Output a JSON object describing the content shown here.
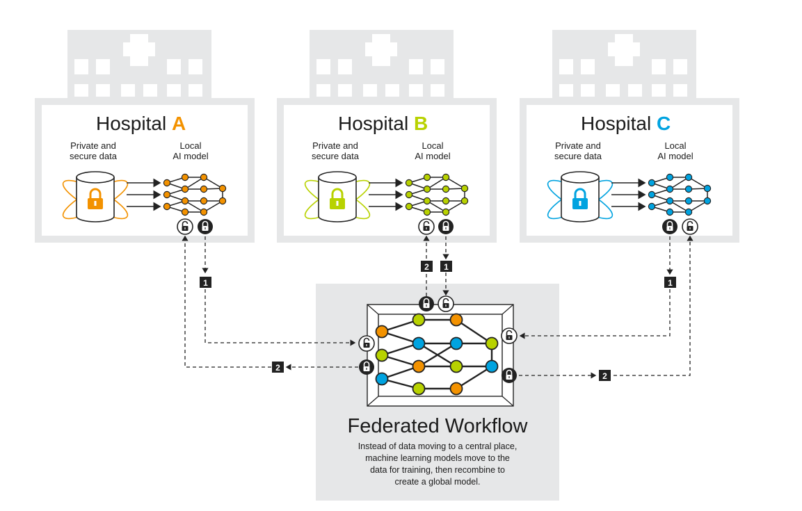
{
  "hospitals": [
    {
      "name": "Hospital",
      "letter": "A",
      "color": "#f39200",
      "data_label": [
        "Private and",
        "secure data"
      ],
      "model_label": [
        "Local",
        "AI model"
      ]
    },
    {
      "name": "Hospital",
      "letter": "B",
      "color": "#b8d200",
      "data_label": [
        "Private and",
        "secure data"
      ],
      "model_label": [
        "Local",
        "AI model"
      ]
    },
    {
      "name": "Hospital",
      "letter": "C",
      "color": "#00a3e0",
      "data_label": [
        "Private and",
        "secure data"
      ],
      "model_label": [
        "Local",
        "AI model"
      ]
    }
  ],
  "steps": {
    "one": "1",
    "two": "2"
  },
  "workflow": {
    "title": "Federated Workflow",
    "description": [
      "Instead of data moving to a central place,",
      "machine learning models move to the",
      "data for training, then recombine to",
      "create a global model."
    ]
  },
  "colors": {
    "building": "#e6e7e8",
    "workflow_bg": "#e6e7e8",
    "orange": "#f39200",
    "green": "#b8d200",
    "blue": "#00a3e0"
  }
}
